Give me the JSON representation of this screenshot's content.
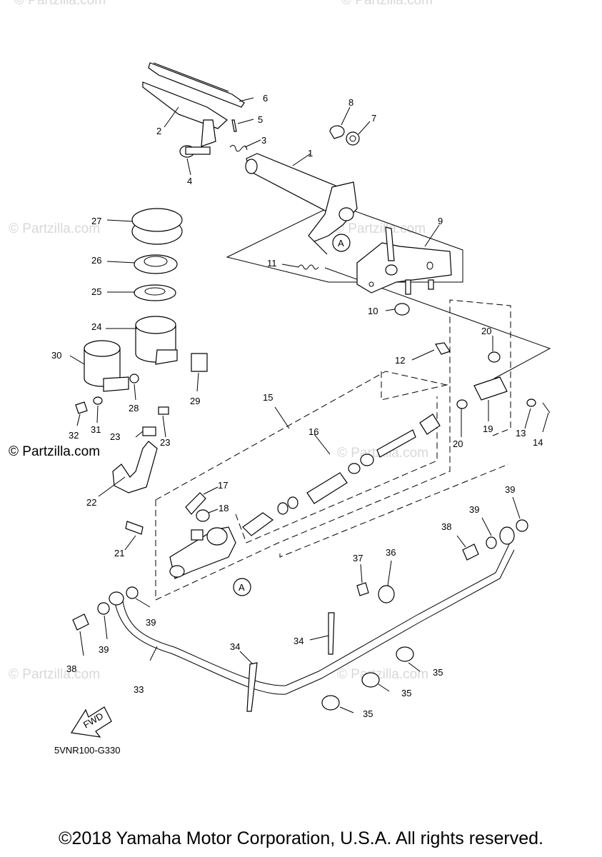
{
  "watermark": "© Partzilla.com",
  "watermark_dark": "© Partzilla.com",
  "drawing_code": "5VNR100-G330",
  "fwd_label": "FWD",
  "ref_a": "A",
  "copyright": "©2018 Yamaha Motor Corporation, U.S.A. All rights reserved.",
  "callouts": [
    "1",
    "2",
    "3",
    "4",
    "5",
    "6",
    "7",
    "8",
    "9",
    "10",
    "11",
    "12",
    "13",
    "14",
    "15",
    "16",
    "17",
    "18",
    "19",
    "20",
    "20",
    "21",
    "22",
    "23",
    "23",
    "24",
    "25",
    "26",
    "27",
    "28",
    "29",
    "30",
    "31",
    "32",
    "33",
    "34",
    "34",
    "35",
    "35",
    "35",
    "36",
    "37",
    "38",
    "38",
    "39",
    "39",
    "39",
    "39"
  ]
}
